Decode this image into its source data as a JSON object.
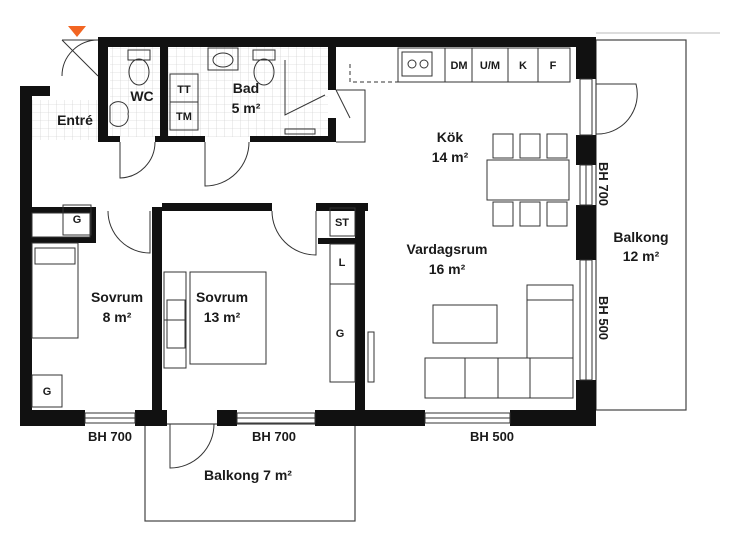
{
  "rooms": {
    "entre": "Entré",
    "wc": "WC",
    "bad_name": "Bad",
    "bad_area": "5 m²",
    "kok_name": "Kök",
    "kok_area": "14 m²",
    "vardagsrum_name": "Vardagsrum",
    "vardagsrum_area": "16 m²",
    "sovrum1_name": "Sovrum",
    "sovrum1_area": "8 m²",
    "sovrum2_name": "Sovrum",
    "sovrum2_area": "13 m²",
    "balkong_east_name": "Balkong",
    "balkong_east_area": "12 m²",
    "balkong_south": "Balkong 7 m²"
  },
  "fixtures": {
    "tt": "TT",
    "tm": "TM",
    "dm": "DM",
    "um": "U/M",
    "k": "K",
    "f": "F",
    "st": "ST",
    "l": "L",
    "g_hall": "G",
    "g_sovrum1": "G",
    "g_sovrum2": "G"
  },
  "windows": {
    "south_west": "BH 700",
    "south_mid": "BH 700",
    "south_east": "BH 500",
    "east_upper": "BH 700",
    "east_lower": "BH 500"
  },
  "colors": {
    "wall": "#111111",
    "entrance_marker": "#f26522",
    "tile": "#c8c8c8"
  }
}
